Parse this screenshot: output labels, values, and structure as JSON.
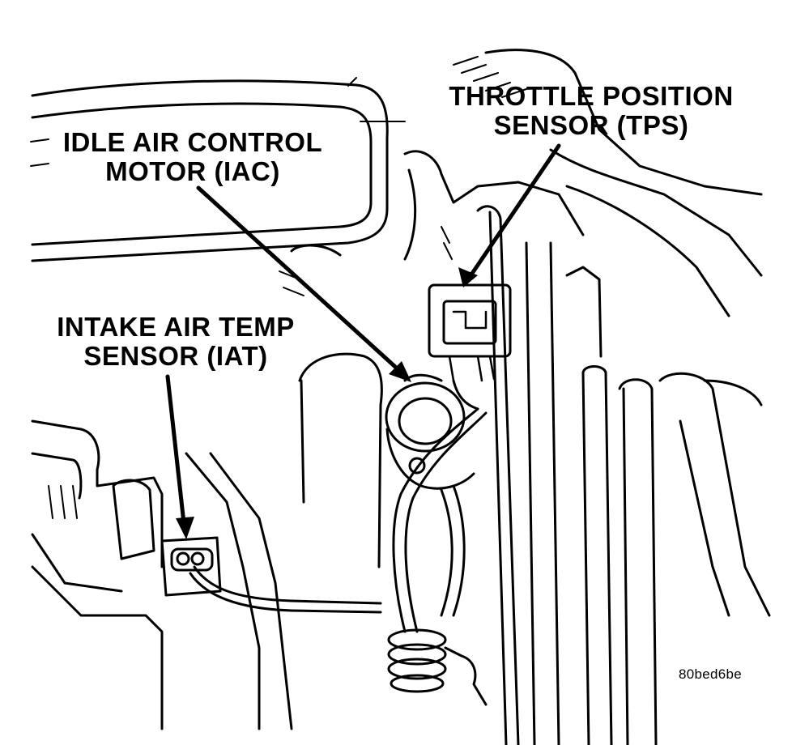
{
  "callouts": {
    "tps": {
      "line1": "THROTTLE POSITION",
      "line2": "SENSOR (TPS)"
    },
    "iac": {
      "line1": "IDLE AIR CONTROL",
      "line2": "MOTOR (IAC)"
    },
    "iat": {
      "line1": "INTAKE AIR TEMP",
      "line2": "SENSOR (IAT)"
    }
  },
  "figure_id": "80bed6be",
  "colors": {
    "ink": "#000000",
    "paper": "#ffffff"
  }
}
